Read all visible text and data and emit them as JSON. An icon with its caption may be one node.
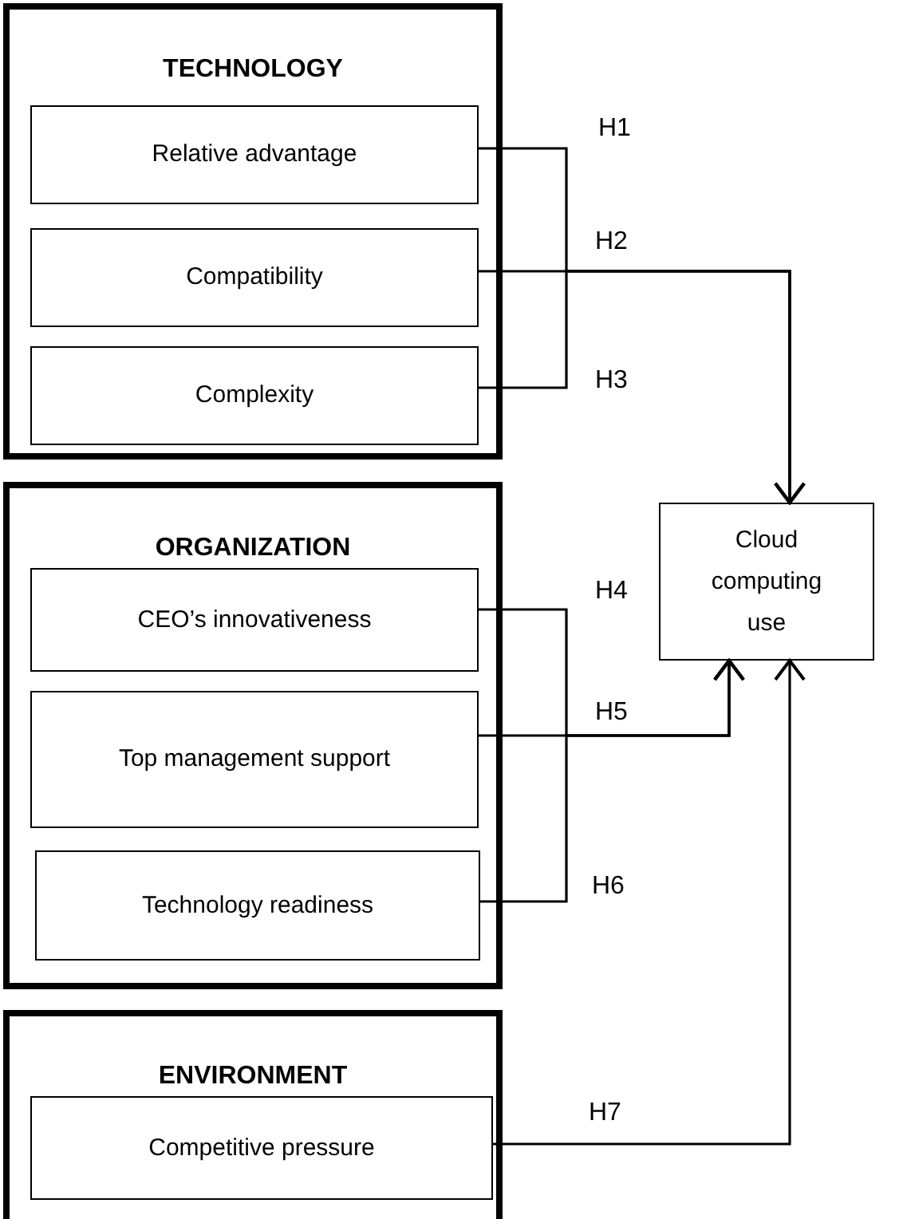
{
  "diagram": {
    "nodes": [
      {
        "text": [
          "TECHNOLOGY"
        ]
      },
      {
        "text": [
          "Relative advantage"
        ],
        "in": 0
      },
      {
        "text": [
          "Compatibility"
        ],
        "in": 0
      },
      {
        "text": [
          "Complexity"
        ],
        "in": 0
      },
      {
        "text": [
          "ORGANIZATION"
        ]
      },
      {
        "text": [
          "CEO’s innovativeness"
        ],
        "in": 4
      },
      {
        "text": [
          "Top management support"
        ],
        "in": 4
      },
      {
        "text": [
          "Technology readiness"
        ],
        "in": 4
      },
      {
        "text": [
          "ENVIRONMENT"
        ]
      },
      {
        "text": [
          "Competitive pressure"
        ],
        "in": 8
      },
      {
        "text": [
          "Cloud computing use"
        ]
      }
    ],
    "edges": [
      {
        "from": 1,
        "to": 10,
        "arrow": "to",
        "label": "H1"
      },
      {
        "from": 2,
        "to": 10,
        "arrow": "to",
        "label": "H2"
      },
      {
        "from": 3,
        "to": 10,
        "arrow": "to",
        "label": "H3"
      },
      {
        "from": 5,
        "to": 10,
        "arrow": "to",
        "label": "H4"
      },
      {
        "from": 6,
        "to": 10,
        "arrow": "to",
        "label": "H5"
      },
      {
        "from": 7,
        "to": 10,
        "arrow": "to",
        "label": "H6"
      },
      {
        "from": 9,
        "to": 10,
        "arrow": "to",
        "label": "H7"
      }
    ]
  }
}
